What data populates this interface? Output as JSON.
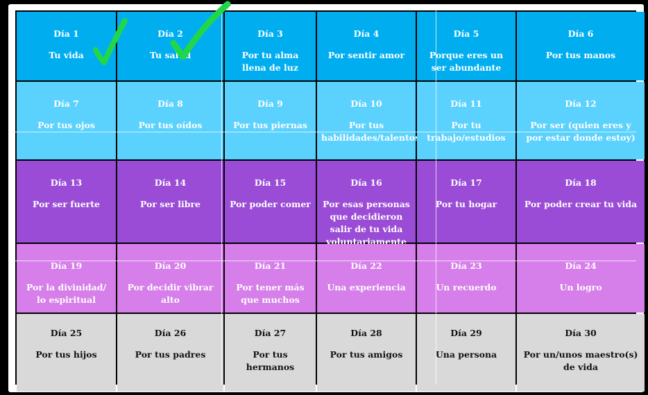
{
  "colors": {
    "row1": "#00aef0",
    "row2": "#5bd1fe",
    "row3": "#9a4cd6",
    "row4": "#d67ee9",
    "row5": "#d9d9d9",
    "check": "#22d64a"
  },
  "days": [
    {
      "label": "Día  1",
      "text": "Tu vida",
      "checked": true
    },
    {
      "label": "Día  2",
      "text": "Tu salud",
      "checked": true
    },
    {
      "label": "Día  3",
      "text": "Por tu alma llena de luz"
    },
    {
      "label": "Día  4",
      "text": "Por sentir amor"
    },
    {
      "label": "Día  5",
      "text": "Porque eres un ser abundante"
    },
    {
      "label": "Día  6",
      "text": "Por tus manos"
    },
    {
      "label": "Día  7",
      "text": "Por tus ojos"
    },
    {
      "label": "Día  8",
      "text": "Por tus oídos"
    },
    {
      "label": "Día  9",
      "text": "Por tus piernas"
    },
    {
      "label": "Día  10",
      "text": "Por tus habilidades/talentos"
    },
    {
      "label": "Día  11",
      "text": "Por tu trabajo/estudios"
    },
    {
      "label": "Día  12",
      "text": "Por ser (quien eres y por estar donde estoy)"
    },
    {
      "label": "Día  13",
      "text": "Por ser fuerte"
    },
    {
      "label": "Día  14",
      "text": "Por ser libre"
    },
    {
      "label": "Día  15",
      "text": "Por poder comer"
    },
    {
      "label": "Día  16",
      "text": "Por esas personas que decidieron salir de tu vida voluntariamente"
    },
    {
      "label": "Día  17",
      "text": "Por tu hogar"
    },
    {
      "label": "Día  18",
      "text": "Por poder crear tu vida"
    },
    {
      "label": "Día 19",
      "text": "Por la divinidad/ lo espiritual"
    },
    {
      "label": "Día 20",
      "text": "Por decidir vibrar alto"
    },
    {
      "label": "Día 21",
      "text": "Por tener más que muchos"
    },
    {
      "label": "Día 22",
      "text": "Una experiencia"
    },
    {
      "label": "Día 23",
      "text": "Un recuerdo"
    },
    {
      "label": "Día 24",
      "text": "Un logro"
    },
    {
      "label": "Día 25",
      "text": "Por tus hijos"
    },
    {
      "label": "Día 26",
      "text": "Por tus padres"
    },
    {
      "label": "Día 27",
      "text": "Por tus hermanos"
    },
    {
      "label": "Día 28",
      "text": "Por tus amigos"
    },
    {
      "label": "Día 29",
      "text": "Una persona"
    },
    {
      "label": "Día 30",
      "text": "Por un/unos maestro(s) de vida"
    }
  ],
  "icons": {
    "check": "checkmark-icon"
  }
}
